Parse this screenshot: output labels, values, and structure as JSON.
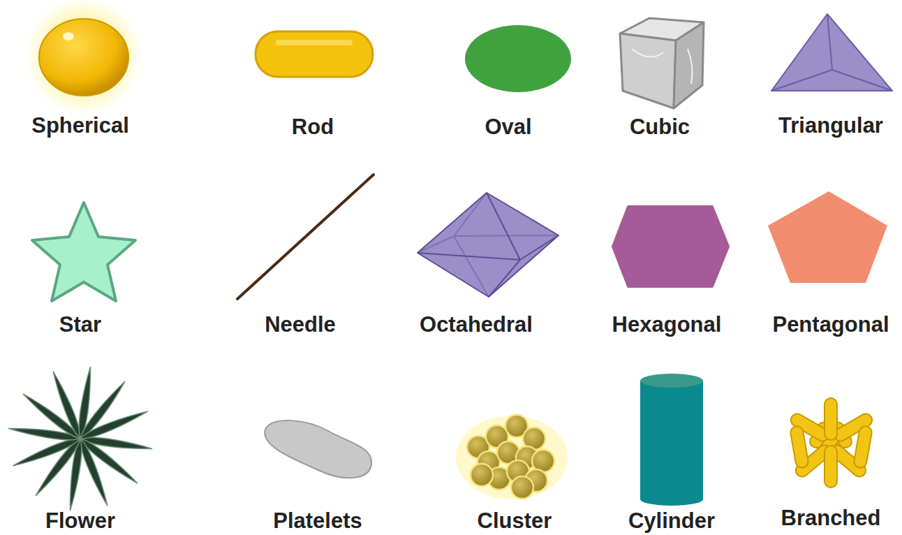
{
  "diagram": {
    "labels": [
      "Spherical",
      "Rod",
      "Oval",
      "Cubic",
      "Triangular",
      "Star",
      "Needle",
      "Octahedral",
      "Hexagonal",
      "Pentagonal",
      "Flower",
      "Platelets",
      "Cluster",
      "Cylinder",
      "Branched"
    ]
  }
}
